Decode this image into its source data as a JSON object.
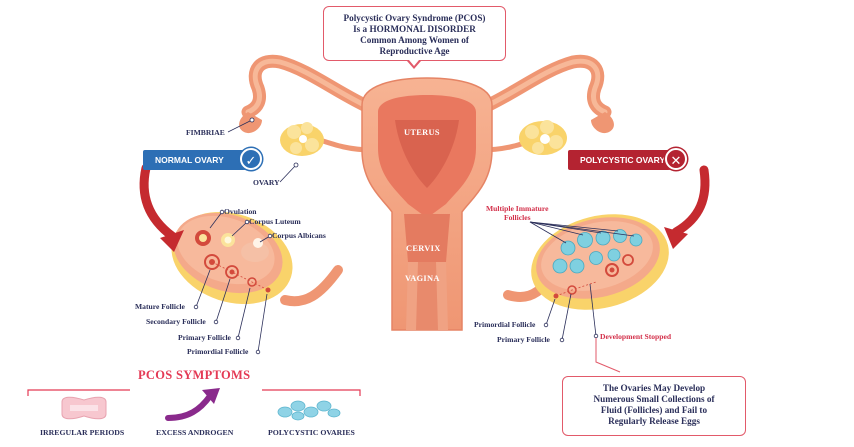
{
  "header": {
    "line1": "Polycystic Ovary Syndrome (PCOS)",
    "line2": "Is a HORMONAL DISORDER",
    "line3": "Common Among Women of",
    "line4": "Reproductive Age"
  },
  "badges": {
    "normal": "NORMAL OVARY",
    "polycystic": "POLYCYSTIC OVARY",
    "check_icon": "check-icon",
    "x_icon": "x-icon"
  },
  "anatomy": {
    "fimbriae": "FIMBRIAE",
    "ovary": "OVARY",
    "uterus": "UTERUS",
    "cervix": "CERVIX",
    "vagina": "VAGINA"
  },
  "normal_ovary": {
    "ovulation": "Ovulation",
    "corpus_luteum": "Corpus Luteum",
    "corpus_albicans": "Corpus Albicans",
    "mature_follicle": "Mature Follicle",
    "secondary_follicle": "Secondary Follicle",
    "primary_follicle": "Primary Follicle",
    "primordial_follicle": "Primordial Follicle"
  },
  "polycystic_ovary": {
    "immature_line1": "Multiple Immature",
    "immature_line2": "Follicles",
    "primordial_follicle": "Primordial Follicle",
    "primary_follicle": "Primary Follicle",
    "development_stopped": "Development Stopped"
  },
  "symptoms": {
    "title": "PCOS SYMPTOMS",
    "items": [
      {
        "label": "IRREGULAR PERIODS",
        "icon": "pad-icon"
      },
      {
        "label": "EXCESS ANDROGEN",
        "icon": "arrow-up-icon"
      },
      {
        "label": "POLYCYSTIC OVARIES",
        "icon": "cysts-icon"
      }
    ]
  },
  "footer": {
    "line1": "The Ovaries May Develop",
    "line2": "Numerous Small Collections of",
    "line3": "Fluid (Follicles) and Fail to",
    "line4": "Regularly Release Eggs"
  },
  "colors": {
    "tissue": "#f3a27f",
    "tissue_dark": "#e07a5c",
    "uterus_inner": "#e06a5c",
    "follicle_blue": "#7fd0e0",
    "fat_yellow": "#f9d36a",
    "normal_blue": "#2d6fb5",
    "poly_red": "#b42331",
    "arrow_red": "#c52a2f",
    "label_navy": "#2b2f5a",
    "accent_pink": "#e43a55"
  }
}
